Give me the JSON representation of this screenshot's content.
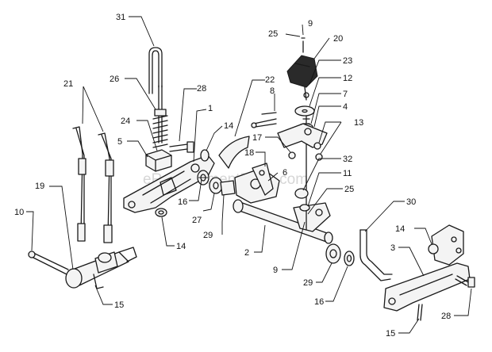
{
  "watermark": "eReplacementParts.com",
  "callouts": [
    {
      "id": "c31",
      "label": "31"
    },
    {
      "id": "c9a",
      "label": "9"
    },
    {
      "id": "c25a",
      "label": "25"
    },
    {
      "id": "c20",
      "label": "20"
    },
    {
      "id": "c21",
      "label": "21"
    },
    {
      "id": "c26",
      "label": "26"
    },
    {
      "id": "c28a",
      "label": "28"
    },
    {
      "id": "c22",
      "label": "22"
    },
    {
      "id": "c23",
      "label": "23"
    },
    {
      "id": "c12",
      "label": "12"
    },
    {
      "id": "c8",
      "label": "8"
    },
    {
      "id": "c7",
      "label": "7"
    },
    {
      "id": "c1",
      "label": "1"
    },
    {
      "id": "c24",
      "label": "24"
    },
    {
      "id": "c14a",
      "label": "14"
    },
    {
      "id": "c4",
      "label": "4"
    },
    {
      "id": "c13",
      "label": "13"
    },
    {
      "id": "c5",
      "label": "5"
    },
    {
      "id": "c17",
      "label": "17"
    },
    {
      "id": "c18",
      "label": "18"
    },
    {
      "id": "c32",
      "label": "32"
    },
    {
      "id": "c6",
      "label": "6"
    },
    {
      "id": "c11",
      "label": "11"
    },
    {
      "id": "c19",
      "label": "19"
    },
    {
      "id": "c25b",
      "label": "25"
    },
    {
      "id": "c16a",
      "label": "16"
    },
    {
      "id": "c10",
      "label": "10"
    },
    {
      "id": "c27",
      "label": "27"
    },
    {
      "id": "c30",
      "label": "30"
    },
    {
      "id": "c29a",
      "label": "29"
    },
    {
      "id": "c14b",
      "label": "14"
    },
    {
      "id": "c14c",
      "label": "14"
    },
    {
      "id": "c2",
      "label": "2"
    },
    {
      "id": "c3",
      "label": "3"
    },
    {
      "id": "c9b",
      "label": "9"
    },
    {
      "id": "c29b",
      "label": "29"
    },
    {
      "id": "c16b",
      "label": "16"
    },
    {
      "id": "c15a",
      "label": "15"
    },
    {
      "id": "c28b",
      "label": "28"
    },
    {
      "id": "c15b",
      "label": "15"
    }
  ]
}
